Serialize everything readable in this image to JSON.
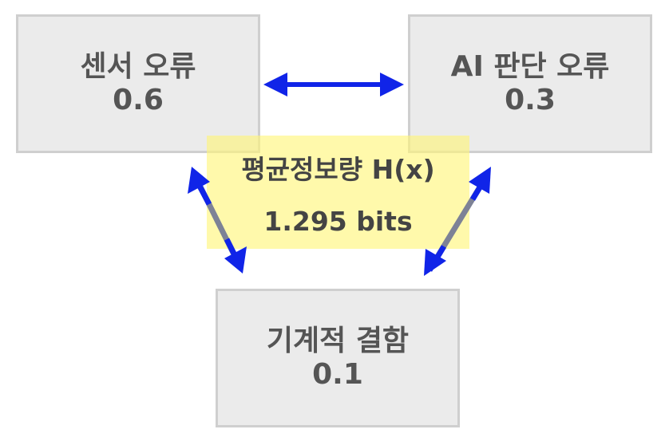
{
  "nodes": {
    "sensor": {
      "label": "센서 오류",
      "value": "0.6"
    },
    "ai": {
      "label": "AI 판단 오류",
      "value": "0.3"
    },
    "mechanical": {
      "label": "기계적 결함",
      "value": "0.1"
    }
  },
  "center": {
    "title": "평균정보량 H(x)",
    "value": "1.295 bits"
  },
  "colors": {
    "box_fill": "#ebebeb",
    "box_border": "#cfcfcf",
    "text": "#555555",
    "highlight": "#fff678",
    "arrow_head": "#1024e8",
    "arrow_shaft_grey": "#7d8296"
  }
}
